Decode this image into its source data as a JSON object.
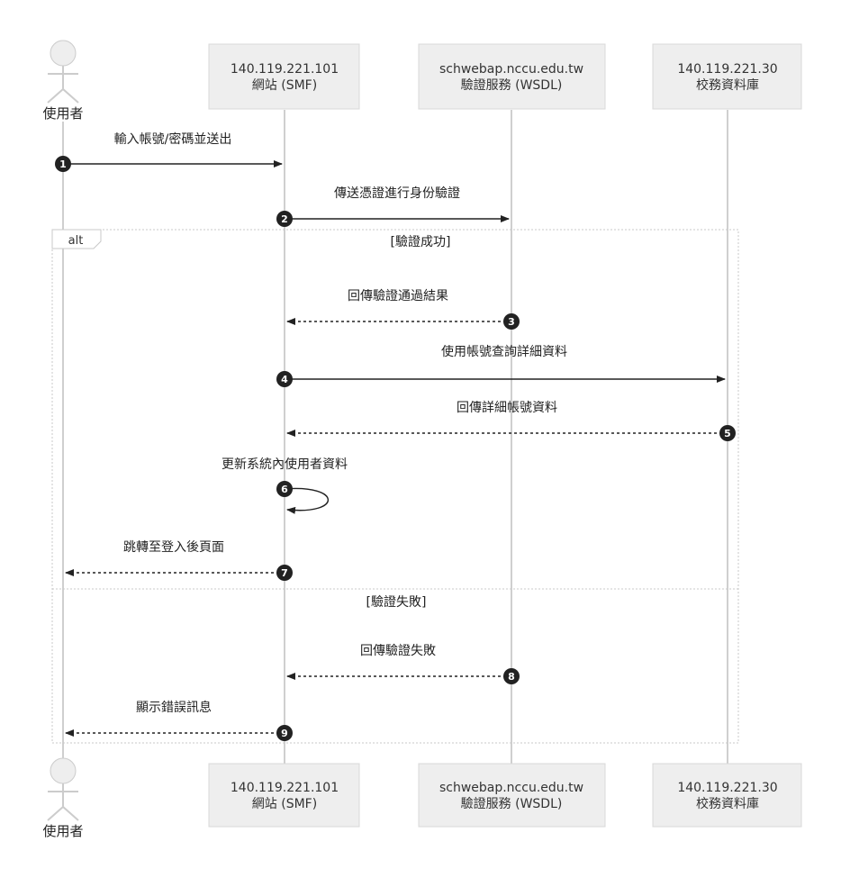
{
  "actor": {
    "label": "使用者"
  },
  "participants": [
    {
      "line1": "140.119.221.101",
      "line2": "網站 (SMF)"
    },
    {
      "line1": "schwebap.nccu.edu.tw",
      "line2": "驗證服務 (WSDL)"
    },
    {
      "line1": "140.119.221.30",
      "line2": "校務資料庫"
    }
  ],
  "alt": {
    "label": "alt",
    "guard1": "[驗證成功]",
    "guard2": "[驗證失敗]"
  },
  "messages": [
    {
      "num": "1",
      "label": "輸入帳號/密碼並送出",
      "from": 0,
      "to": 1,
      "style": "solid"
    },
    {
      "num": "2",
      "label": "傳送憑證進行身份驗證",
      "from": 1,
      "to": 2,
      "style": "solid"
    },
    {
      "num": "3",
      "label": "回傳驗證通過結果",
      "from": 2,
      "to": 1,
      "style": "dashed"
    },
    {
      "num": "4",
      "label": "使用帳號查詢詳細資料",
      "from": 1,
      "to": 3,
      "style": "solid"
    },
    {
      "num": "5",
      "label": "回傳詳細帳號資料",
      "from": 3,
      "to": 1,
      "style": "dashed"
    },
    {
      "num": "6",
      "label": "更新系統內使用者資料",
      "from": 1,
      "to": 1,
      "style": "self"
    },
    {
      "num": "7",
      "label": "跳轉至登入後頁面",
      "from": 1,
      "to": 0,
      "style": "dashed"
    },
    {
      "num": "8",
      "label": "回傳驗證失敗",
      "from": 2,
      "to": 1,
      "style": "dashed"
    },
    {
      "num": "9",
      "label": "顯示錯誤訊息",
      "from": 1,
      "to": 0,
      "style": "dashed"
    }
  ]
}
